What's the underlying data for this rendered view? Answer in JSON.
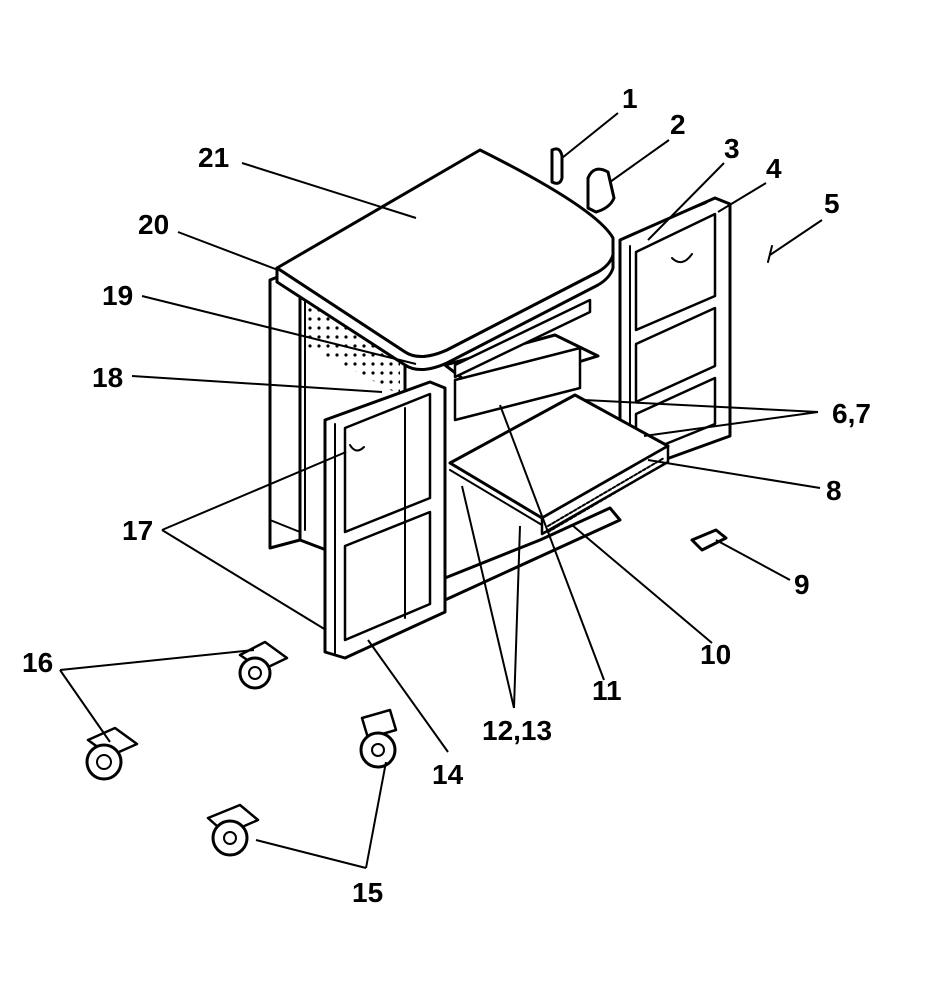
{
  "callouts": [
    {
      "id": "c1",
      "label": "1"
    },
    {
      "id": "c2",
      "label": "2"
    },
    {
      "id": "c3",
      "label": "3"
    },
    {
      "id": "c4",
      "label": "4"
    },
    {
      "id": "c5",
      "label": "5"
    },
    {
      "id": "c67",
      "label": "6,7"
    },
    {
      "id": "c8",
      "label": "8"
    },
    {
      "id": "c9",
      "label": "9"
    },
    {
      "id": "c10",
      "label": "10"
    },
    {
      "id": "c11",
      "label": "11"
    },
    {
      "id": "c1213",
      "label": "12,13"
    },
    {
      "id": "c14",
      "label": "14"
    },
    {
      "id": "c15",
      "label": "15"
    },
    {
      "id": "c16",
      "label": "16"
    },
    {
      "id": "c17",
      "label": "17"
    },
    {
      "id": "c18",
      "label": "18"
    },
    {
      "id": "c19",
      "label": "19"
    },
    {
      "id": "c20",
      "label": "20"
    },
    {
      "id": "c21",
      "label": "21"
    }
  ]
}
